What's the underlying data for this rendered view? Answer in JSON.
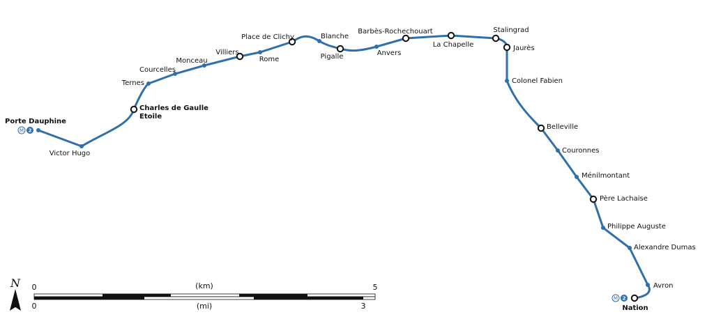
{
  "line": {
    "number": "2",
    "metro_symbol": "M",
    "color": "#2e6fac"
  },
  "stations": [
    {
      "id": "porte-dauphine",
      "name": "Porte Dauphine",
      "terminus": true,
      "interchange": false
    },
    {
      "id": "victor-hugo",
      "name": "Victor Hugo",
      "terminus": false,
      "interchange": false
    },
    {
      "id": "charles-de-gaulle-etoile",
      "name": "Charles de Gaulle",
      "name_line2": "Etoile",
      "terminus": false,
      "interchange": true,
      "bold": true
    },
    {
      "id": "ternes",
      "name": "Ternes",
      "terminus": false,
      "interchange": false
    },
    {
      "id": "courcelles",
      "name": "Courcelles",
      "terminus": false,
      "interchange": false
    },
    {
      "id": "monceau",
      "name": "Monceau",
      "terminus": false,
      "interchange": false
    },
    {
      "id": "villiers",
      "name": "Villiers",
      "terminus": false,
      "interchange": true
    },
    {
      "id": "rome",
      "name": "Rome",
      "terminus": false,
      "interchange": false
    },
    {
      "id": "place-de-clichy",
      "name": "Place de Clichy",
      "terminus": false,
      "interchange": true
    },
    {
      "id": "blanche",
      "name": "Blanche",
      "terminus": false,
      "interchange": false
    },
    {
      "id": "pigalle",
      "name": "Pigalle",
      "terminus": false,
      "interchange": true
    },
    {
      "id": "anvers",
      "name": "Anvers",
      "terminus": false,
      "interchange": false
    },
    {
      "id": "barbes-rochechouart",
      "name": "Barbès-Rochechouart",
      "terminus": false,
      "interchange": true
    },
    {
      "id": "la-chapelle",
      "name": "La Chapelle",
      "terminus": false,
      "interchange": true
    },
    {
      "id": "stalingrad",
      "name": "Stalingrad",
      "terminus": false,
      "interchange": true
    },
    {
      "id": "jaures",
      "name": "Jaurès",
      "terminus": false,
      "interchange": true
    },
    {
      "id": "colonel-fabien",
      "name": "Colonel Fabien",
      "terminus": false,
      "interchange": false
    },
    {
      "id": "belleville",
      "name": "Belleville",
      "terminus": false,
      "interchange": true
    },
    {
      "id": "couronnes",
      "name": "Couronnes",
      "terminus": false,
      "interchange": false
    },
    {
      "id": "menilmontant",
      "name": "Ménilmontant",
      "terminus": false,
      "interchange": false
    },
    {
      "id": "pere-lachaise",
      "name": "Père Lachaise",
      "terminus": false,
      "interchange": true
    },
    {
      "id": "philippe-auguste",
      "name": "Philippe Auguste",
      "terminus": false,
      "interchange": false
    },
    {
      "id": "alexandre-dumas",
      "name": "Alexandre Dumas",
      "terminus": false,
      "interchange": false
    },
    {
      "id": "avron",
      "name": "Avron",
      "terminus": false,
      "interchange": false
    },
    {
      "id": "nation",
      "name": "Nation",
      "terminus": true,
      "interchange": true
    }
  ],
  "compass": {
    "label": "N"
  },
  "scale": {
    "km": {
      "unit": "(km)",
      "start": "0",
      "end": "5"
    },
    "mi": {
      "unit": "(mi)",
      "start": "0",
      "end": "3"
    }
  }
}
